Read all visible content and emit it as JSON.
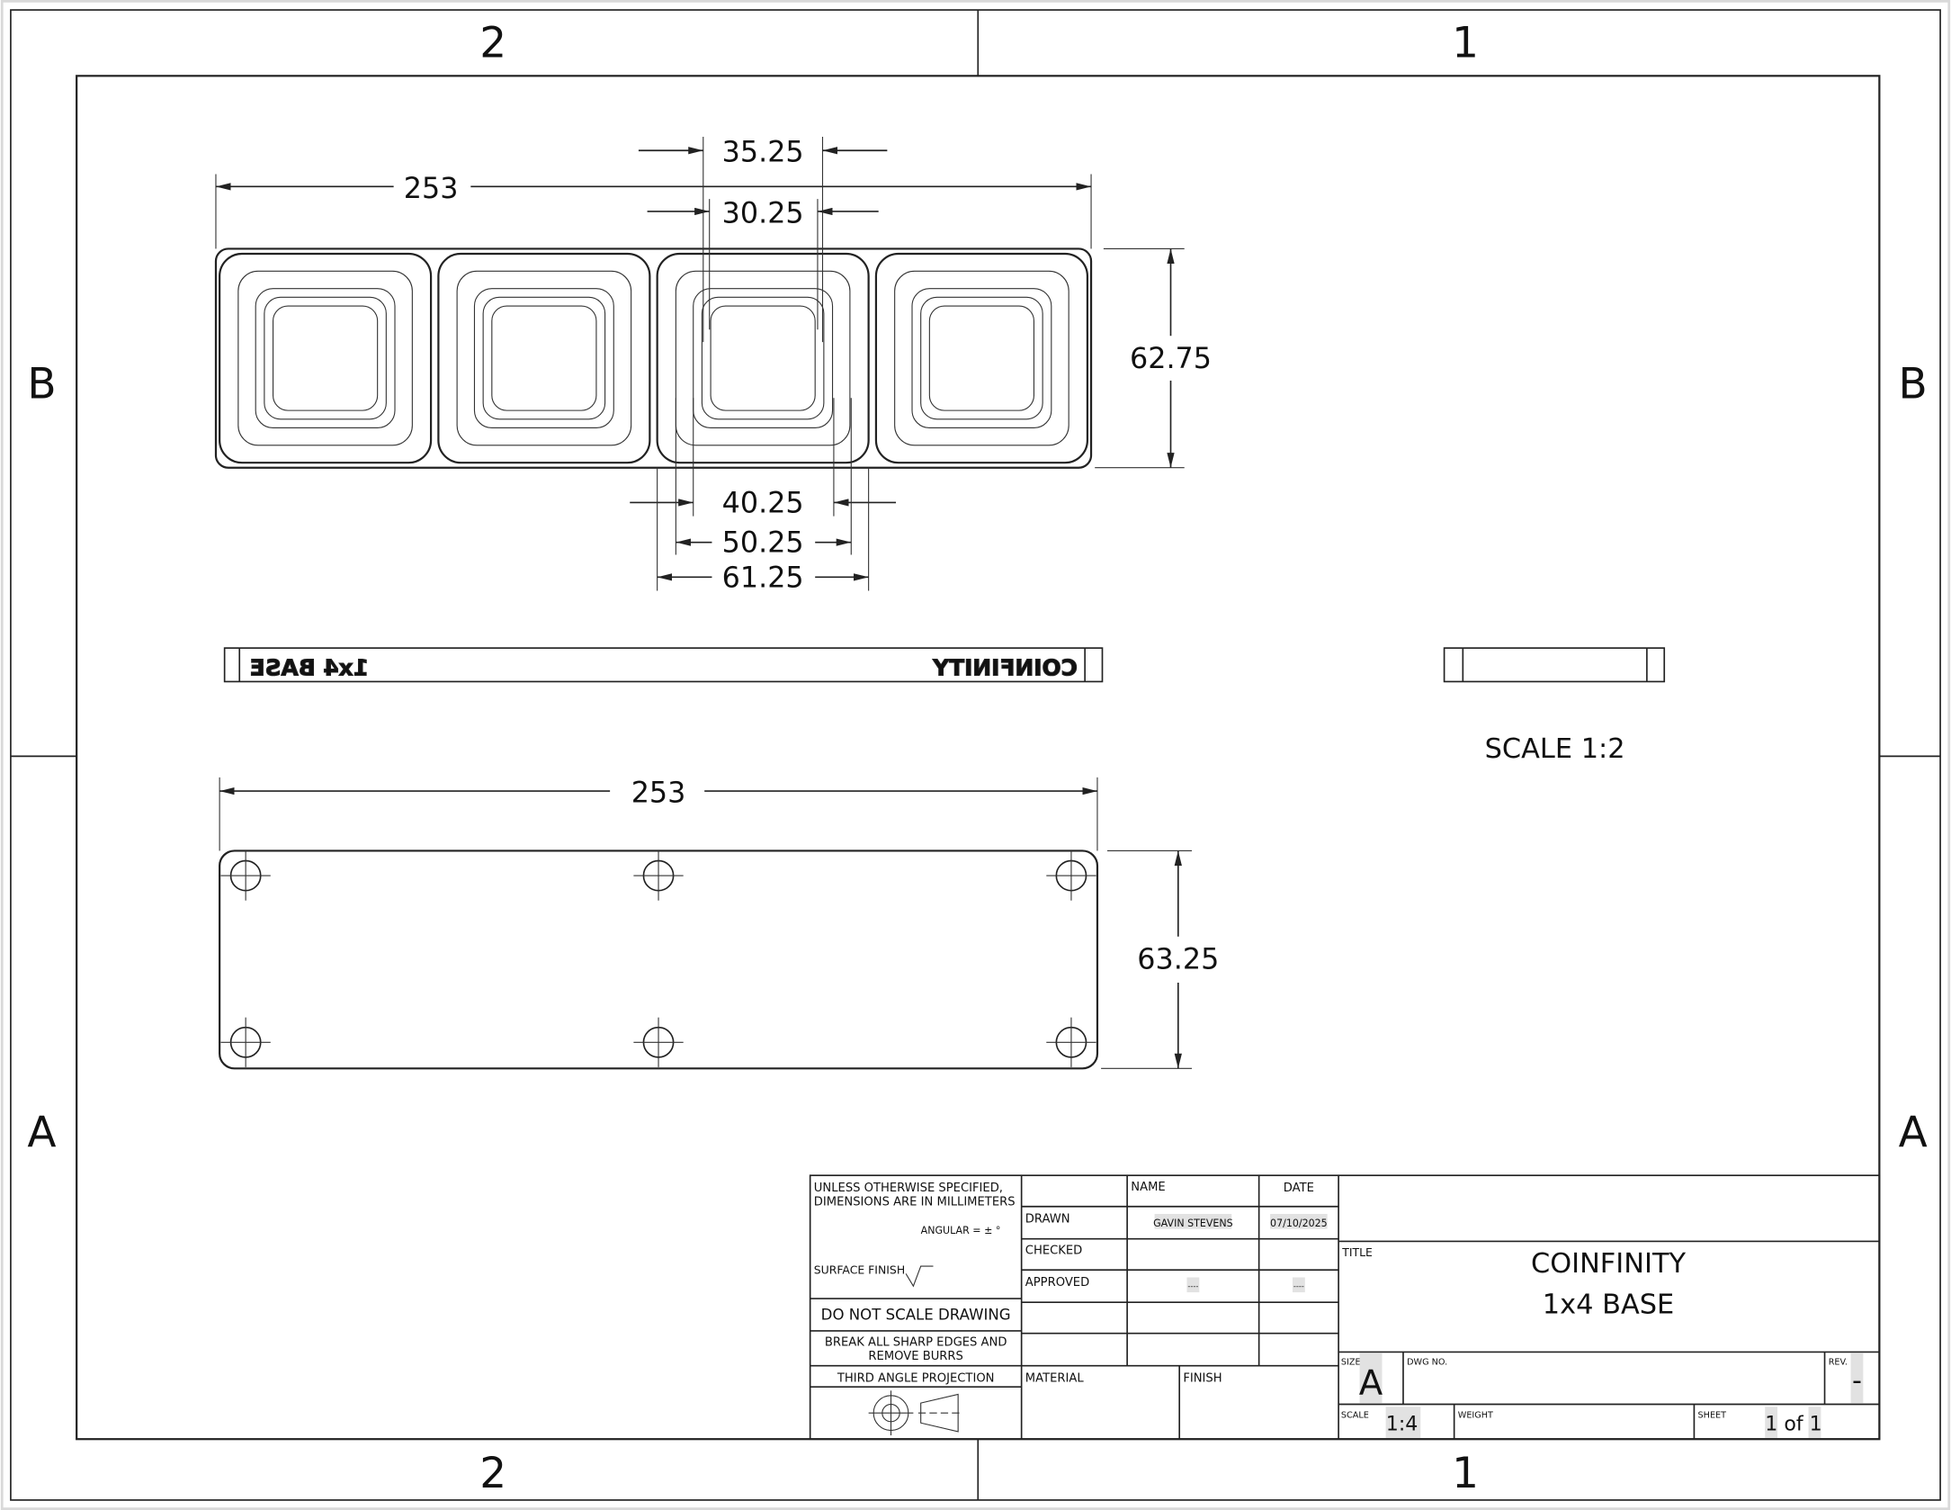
{
  "zones": {
    "top": [
      "2",
      "1"
    ],
    "bottom": [
      "2",
      "1"
    ],
    "left": [
      "B",
      "A"
    ],
    "right": [
      "B",
      "A"
    ]
  },
  "top_view": {
    "overall_length": "253",
    "pocket_outer": "35.25",
    "pocket_inner": "30.25",
    "height": "62.75",
    "dim_40": "40.25",
    "dim_50": "50.25",
    "dim_61": "61.25",
    "pocket_count": 4
  },
  "side_view": {
    "engraving_left": "1x4 BASE",
    "engraving_right": "COINFINITY"
  },
  "end_view": {
    "scale_label": "SCALE 1:2"
  },
  "bottom_view": {
    "overall_length": "253",
    "height": "63.25",
    "hole_columns": 3,
    "hole_rows": 2
  },
  "title_block": {
    "notes": {
      "line1": "UNLESS OTHERWISE SPECIFIED,",
      "line2": "DIMENSIONS ARE IN MILLIMETERS",
      "angular": "ANGULAR = ± °",
      "surface_finish": "SURFACE FINISH",
      "do_not_scale": "DO NOT SCALE DRAWING",
      "break_edges_1": "BREAK ALL SHARP EDGES AND",
      "break_edges_2": "REMOVE BURRS",
      "projection": "THIRD ANGLE PROJECTION"
    },
    "headers": {
      "name": "NAME",
      "date": "DATE"
    },
    "rows": [
      {
        "label": "DRAWN",
        "name": "GAVIN STEVENS",
        "date": "07/10/2025"
      },
      {
        "label": "CHECKED",
        "name": "",
        "date": ""
      },
      {
        "label": "APPROVED",
        "name": "----",
        "date": "----"
      }
    ],
    "material_label": "MATERIAL",
    "finish_label": "FINISH",
    "title_label": "TITLE",
    "title_line1": "COINFINITY",
    "title_line2": "1x4 BASE",
    "size_label": "SIZE",
    "size": "A",
    "dwg_no_label": "DWG NO.",
    "rev_label": "REV.",
    "rev": "-",
    "scale_label": "SCALE",
    "scale": "1:4",
    "weight_label": "WEIGHT",
    "sheet_label": "SHEET",
    "sheet": "1 of 1"
  }
}
